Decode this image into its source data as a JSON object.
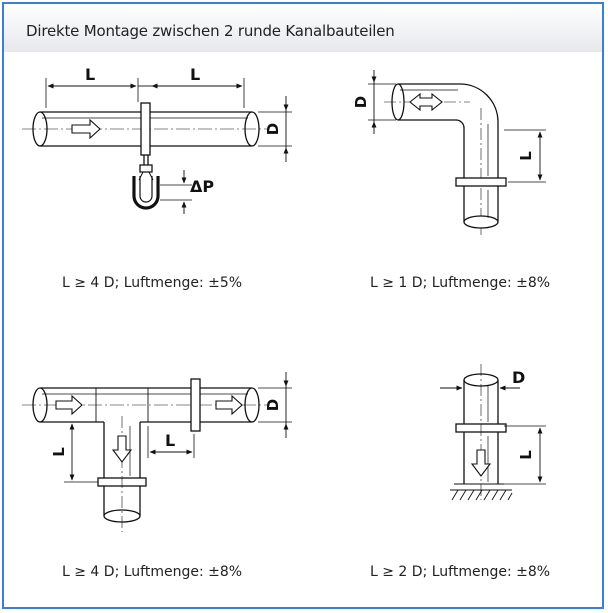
{
  "title": "Direkte Montage zwischen 2 runde Kanalbauteilen",
  "captions": {
    "top_left": "L ≥ 4 D; Luftmenge: ±5%",
    "top_right": "L ≥ 1 D; Luftmenge: ±8%",
    "bottom_left": "L ≥ 4 D; Luftmenge: ±8%",
    "bottom_right": "L ≥ 2 D; Luftmenge: ±8%"
  },
  "labels": {
    "length": "L",
    "diameter": "D",
    "pressure": "ΔP"
  },
  "colors": {
    "frame": "#3b7fd0",
    "line": "#111111"
  }
}
